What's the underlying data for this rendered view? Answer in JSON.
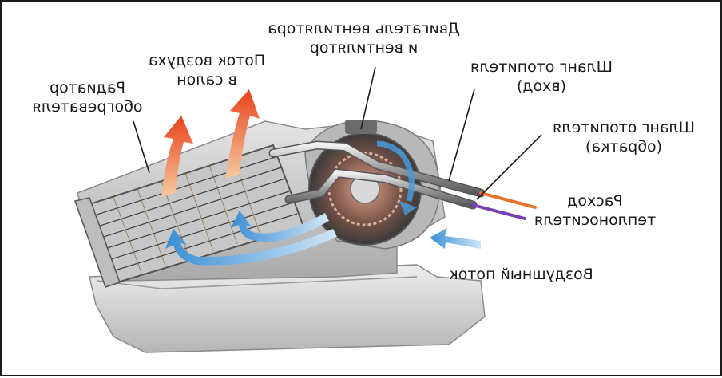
{
  "labels": {
    "radiator": {
      "line1": "Радиатор",
      "line2": "обогревателя"
    },
    "airflow_cabin": {
      "line1": "Поток воздуха",
      "line2": "в салон"
    },
    "fan_motor": {
      "line1": "Двигатель вентилятора",
      "line2": "и вентилятор"
    },
    "hose_in": {
      "line1": "Шланг отопителя",
      "line2": "(вход)"
    },
    "hose_return": {
      "line1": "Шланг отопителя",
      "line2": "(обратка)"
    },
    "coolant_flow": {
      "line1": "Расход",
      "line2": "теплоносителя"
    },
    "air_flow": {
      "line1": "Воздушный поток"
    }
  },
  "colors": {
    "hot_arrow": "#e8421c",
    "cold_arrow": "#4a9ad8",
    "coolant_in": "#e8722a",
    "coolant_out": "#7a3fb0",
    "housing": "#c9c9c9",
    "text": "#1a1a1a"
  }
}
